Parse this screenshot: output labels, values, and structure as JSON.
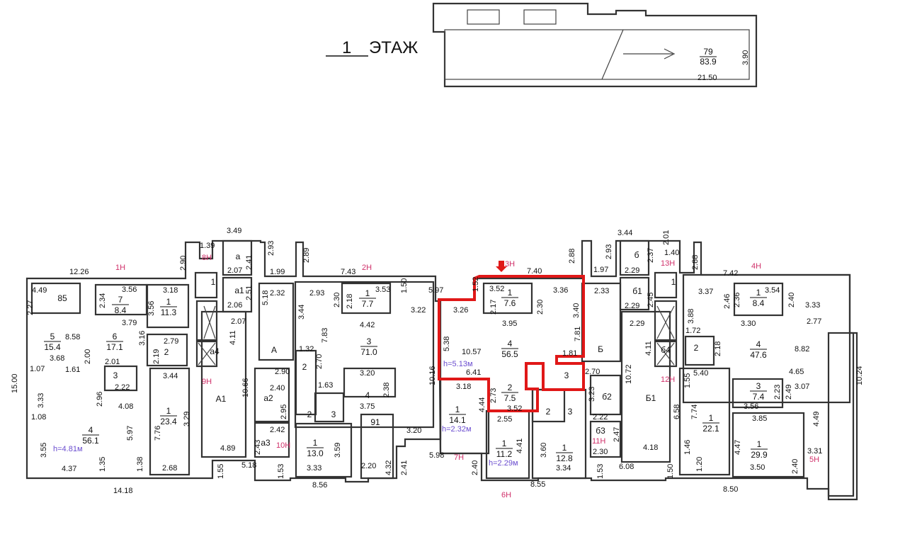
{
  "title": {
    "number": "1",
    "label": "ЭТАЖ"
  },
  "accent_color": "#e01818",
  "highlighted_unit": "3Н",
  "top_building": {
    "room": "79",
    "area": "83.9",
    "dims": [
      "3.90",
      "21.50"
    ]
  },
  "units": [
    "1Н",
    "8Н",
    "2Н",
    "3Н",
    "4Н",
    "13Н",
    "9Н",
    "10Н",
    "7Н",
    "6Н",
    "11Н",
    "12Н",
    "5Н"
  ],
  "heights": [
    "h=4.81м",
    "h=5.13м",
    "h=2.32м",
    "h=2.29м"
  ],
  "rooms": [
    {
      "num": "85",
      "area": ""
    },
    {
      "num": "7",
      "area": "8.4"
    },
    {
      "num": "1",
      "area": "11.3"
    },
    {
      "num": "5",
      "area": "15.4"
    },
    {
      "num": "6",
      "area": "17.1"
    },
    {
      "num": "2",
      "area": ""
    },
    {
      "num": "3",
      "area": ""
    },
    {
      "num": "4",
      "area": "56.1"
    },
    {
      "num": "1",
      "area": "23.4"
    },
    {
      "num": "а",
      "area": ""
    },
    {
      "num": "а1",
      "area": ""
    },
    {
      "num": "а4",
      "area": ""
    },
    {
      "num": "А",
      "area": ""
    },
    {
      "num": "А1",
      "area": ""
    },
    {
      "num": "а2",
      "area": ""
    },
    {
      "num": "а3",
      "area": ""
    },
    {
      "num": "1",
      "area": ""
    },
    {
      "num": "3",
      "area": "71.0"
    },
    {
      "num": "1",
      "area": "7.7"
    },
    {
      "num": "2",
      "area": ""
    },
    {
      "num": "2",
      "area": ""
    },
    {
      "num": "3",
      "area": ""
    },
    {
      "num": "4",
      "area": ""
    },
    {
      "num": "91",
      "area": ""
    },
    {
      "num": "1",
      "area": "13.0"
    },
    {
      "num": "1",
      "area": "7.6"
    },
    {
      "num": "4",
      "area": "56.5"
    },
    {
      "num": "3",
      "area": ""
    },
    {
      "num": "2",
      "area": "7.5"
    },
    {
      "num": "1",
      "area": "14.1"
    },
    {
      "num": "1",
      "area": "11.2"
    },
    {
      "num": "1",
      "area": "12.8"
    },
    {
      "num": "2",
      "area": ""
    },
    {
      "num": "3",
      "area": ""
    },
    {
      "num": "б",
      "area": ""
    },
    {
      "num": "б1",
      "area": ""
    },
    {
      "num": "Б",
      "area": ""
    },
    {
      "num": "б4",
      "area": ""
    },
    {
      "num": "Б1",
      "area": ""
    },
    {
      "num": "б2",
      "area": ""
    },
    {
      "num": "б3",
      "area": ""
    },
    {
      "num": "1",
      "area": ""
    },
    {
      "num": "1",
      "area": "8.4"
    },
    {
      "num": "4",
      "area": "47.6"
    },
    {
      "num": "2",
      "area": ""
    },
    {
      "num": "3",
      "area": "7.4"
    },
    {
      "num": "1",
      "area": "22.1"
    },
    {
      "num": "1",
      "area": "29.9"
    }
  ],
  "dims": [
    "12.26",
    "3.49",
    "1.39",
    "4.49",
    "2.27",
    "3.56",
    "2.34",
    "3.18",
    "3.56",
    "3.79",
    "3.16",
    "8.58",
    "2.79",
    "2.19",
    "3.68",
    "2.00",
    "2.01",
    "1.61",
    "1.07",
    "3.44",
    "2.22",
    "3.33",
    "2.96",
    "4.08",
    "1.08",
    "5.97",
    "3.29",
    "7.76",
    "3.55",
    "4.37",
    "1.35",
    "1.38",
    "2.68",
    "14.18",
    "15.00",
    "2.90",
    "2.07",
    "2.41",
    "2.51",
    "2.06",
    "2.07",
    "4.11",
    "10.66",
    "4.89",
    "1.55",
    "5.18",
    "2.93",
    "1.99",
    "2.32",
    "5.18",
    "2.90",
    "2.40",
    "2.95",
    "2.42",
    "2.43",
    "1.53",
    "2.89",
    "7.43",
    "2.93",
    "3.53",
    "2.30",
    "2.18",
    "1.50",
    "5.97",
    "3.22",
    "4.42",
    "3.44",
    "7.83",
    "1.32",
    "2.70",
    "3.20",
    "1.63",
    "2.38",
    "3.75",
    "10.16",
    "3.59",
    "3.33",
    "2.20",
    "4.32",
    "2.41",
    "8.56",
    "3.20",
    "5.98",
    "1.52",
    "3.52",
    "2.17",
    "7.40",
    "2.88",
    "3.36",
    "2.30",
    "3.40",
    "3.26",
    "3.95",
    "7.81",
    "5.38",
    "10.57",
    "1.81",
    "6.41",
    "3.18",
    "2.73",
    "3.52",
    "4.44",
    "2.55",
    "4.41",
    "2.40",
    "8.55",
    "3.60",
    "3.34",
    "3.44",
    "2.93",
    "2.01",
    "1.40",
    "2.88",
    "1.97",
    "2.37",
    "2.29",
    "2.33",
    "2.45",
    "2.29",
    "2.29",
    "4.11",
    "2.70",
    "10.72",
    "3.23",
    "2.22",
    "2.47",
    "2.30",
    "6.08",
    "1.53",
    "1.50",
    "7.42",
    "3.37",
    "2.46",
    "2.36",
    "3.54",
    "2.40",
    "3.33",
    "3.88",
    "3.30",
    "2.77",
    "1.72",
    "2.18",
    "8.82",
    "5.40",
    "4.65",
    "1.55",
    "3.07",
    "2.23",
    "2.49",
    "3.56",
    "7.74",
    "6.58",
    "3.85",
    "4.49",
    "10.24",
    "4.47",
    "1.46",
    "4.18",
    "3.31",
    "1.20",
    "3.50",
    "2.40",
    "8.50"
  ]
}
